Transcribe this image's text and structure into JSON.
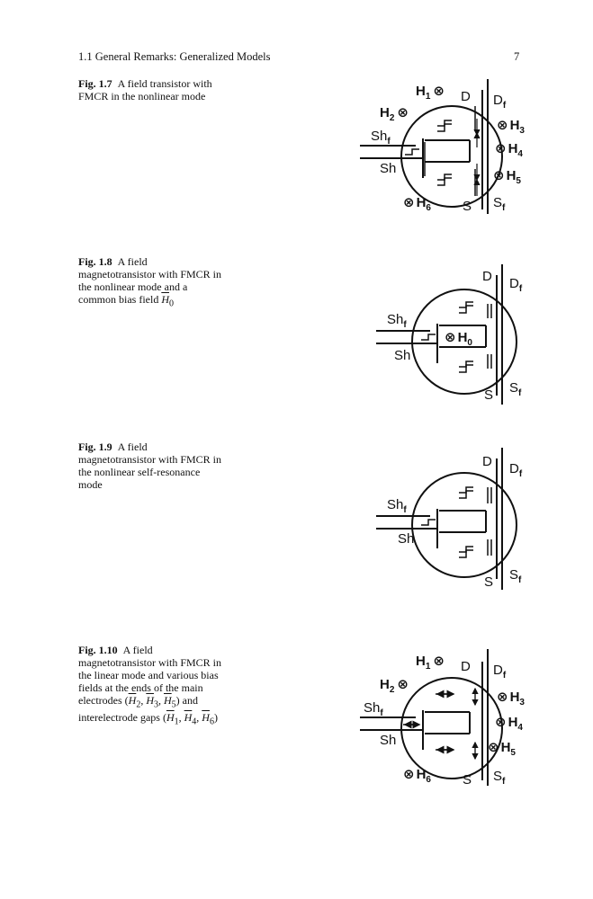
{
  "header": {
    "running_title": "1.1 General Remarks: Generalized Models",
    "page_number": "7"
  },
  "figures": [
    {
      "label": "Fig. 1.7",
      "caption": "A field transistor with FMCR in the nonlinear mode",
      "diagram": {
        "H1": "H",
        "H1_sub": "1",
        "H2": "H",
        "H2_sub": "2",
        "H3": "H",
        "H3_sub": "3",
        "H4": "H",
        "H4_sub": "4",
        "H5": "H",
        "H5_sub": "5",
        "H6": "H",
        "H6_sub": "6",
        "D": "D",
        "Df": "D",
        "Df_sub": "f",
        "Shf": "Sh",
        "Shf_sub": "f",
        "Sh": "Sh",
        "S": "S",
        "Sf": "S",
        "Sf_sub": "f",
        "cross": "⊗"
      }
    },
    {
      "label": "Fig. 1.8",
      "caption_before": "A field magnetotransistor with FMCR in the nonlinear mode and a common bias field",
      "caption_symbol": "H",
      "caption_symbol_sub": "0",
      "diagram": {
        "D": "D",
        "Df": "D",
        "Df_sub": "f",
        "Shf": "Sh",
        "Shf_sub": "f",
        "Sh": "Sh",
        "H0": "H",
        "H0_sub": "0",
        "S": "S",
        "Sf": "S",
        "Sf_sub": "f",
        "cross": "⊗"
      }
    },
    {
      "label": "Fig. 1.9",
      "caption": "A field magnetotransistor with FMCR in the nonlinear self-resonance mode",
      "diagram": {
        "D": "D",
        "Df": "D",
        "Df_sub": "f",
        "Shf": "Sh",
        "Shf_sub": "f",
        "Sh": "Sh",
        "S": "S",
        "Sf": "S",
        "Sf_sub": "f"
      }
    },
    {
      "label": "Fig. 1.10",
      "caption_text": "A field magnetotransistor with FMCR in the linear mode and various bias fields at the ends of the main electrodes (",
      "caption_mid": ") and interelectrode gaps (",
      "caption_end": ")",
      "sym": {
        "H": "H",
        "s1": "1",
        "s2": "2",
        "s3": "3",
        "s4": "4",
        "s5": "5",
        "s6": "6",
        "comma": ", "
      },
      "diagram": {
        "H1": "H",
        "H1_sub": "1",
        "H2": "H",
        "H2_sub": "2",
        "H3": "H",
        "H3_sub": "3",
        "H4": "H",
        "H4_sub": "4",
        "H5": "H",
        "H5_sub": "5",
        "H6": "H",
        "H6_sub": "6",
        "D": "D",
        "Df": "D",
        "Df_sub": "f",
        "Shf": "Sh",
        "Shf_sub": "f",
        "Sh": "Sh",
        "S": "S",
        "Sf": "S",
        "Sf_sub": "f",
        "cross": "⊗"
      }
    }
  ]
}
